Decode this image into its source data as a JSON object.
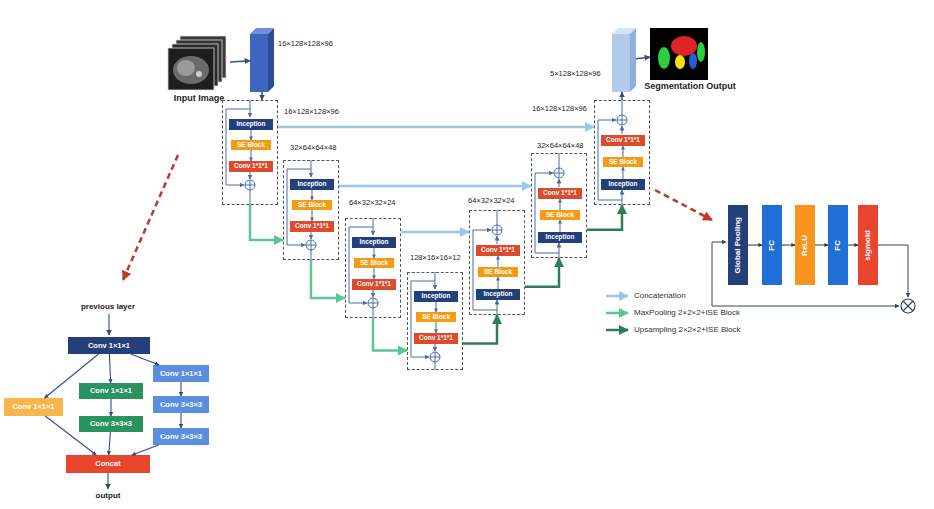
{
  "diagram": {
    "nodes": [
      {
        "text": [
          "Input Image"
        ]
      },
      {
        "text": [
          "16×128×128×96"
        ]
      },
      {
        "text": [
          "5×128×128×96"
        ]
      },
      {
        "text": [
          "Segmentation Output"
        ]
      },
      {
        "text": [
          "16×128×128×96"
        ]
      },
      {
        "text": [
          "Inception"
        ],
        "in": 4
      },
      {
        "text": [
          "SE Block"
        ],
        "in": 4
      },
      {
        "text": [
          "Conv 1*1*1"
        ],
        "in": 4
      },
      {
        "text": [
          "16×128×128×96"
        ]
      },
      {
        "text": [
          "Conv 1*1*1"
        ],
        "in": 8
      },
      {
        "text": [
          "SE Block"
        ],
        "in": 8
      },
      {
        "text": [
          "Inception"
        ],
        "in": 8
      },
      {
        "text": [
          "32×64×64×48"
        ]
      },
      {
        "text": [
          "Inception"
        ],
        "in": 12
      },
      {
        "text": [
          "SE Block"
        ],
        "in": 12
      },
      {
        "text": [
          "Conv 1*1*1"
        ],
        "in": 12
      },
      {
        "text": [
          "32×64×64×48"
        ]
      },
      {
        "text": [
          "Conv 1*1*1"
        ],
        "in": 16
      },
      {
        "text": [
          "SE Block"
        ],
        "in": 16
      },
      {
        "text": [
          "Inception"
        ],
        "in": 16
      },
      {
        "text": [
          "64×32×32×24"
        ]
      },
      {
        "text": [
          "Inception"
        ],
        "in": 20
      },
      {
        "text": [
          "SE Block"
        ],
        "in": 20
      },
      {
        "text": [
          "Conv 1*1*1"
        ],
        "in": 20
      },
      {
        "text": [
          "64×32×32×24"
        ]
      },
      {
        "text": [
          "Conv 1*1*1"
        ],
        "in": 24
      },
      {
        "text": [
          "SE Block"
        ],
        "in": 24
      },
      {
        "text": [
          "Inception"
        ],
        "in": 24
      },
      {
        "text": [
          "128×16×16×12"
        ]
      },
      {
        "text": [
          "Inception"
        ],
        "in": 28
      },
      {
        "text": [
          "SE Block"
        ],
        "in": 28
      },
      {
        "text": [
          "Conv 1*1*1"
        ],
        "in": 28
      },
      {
        "text": [
          "Global Pooling"
        ]
      },
      {
        "text": [
          "FC"
        ]
      },
      {
        "text": [
          "ReLU"
        ]
      },
      {
        "text": [
          "FC"
        ]
      },
      {
        "text": [
          "sigmoid"
        ]
      },
      {
        "text": [
          "Conv 1×1×1"
        ]
      },
      {
        "text": [
          "Conv 1×1×1"
        ]
      },
      {
        "text": [
          "Conv 1×1×1"
        ]
      },
      {
        "text": [
          "Conv 1×1×1"
        ]
      },
      {
        "text": [
          "Conv 3×3×3"
        ]
      },
      {
        "text": [
          "Conv 3×3×3"
        ]
      },
      {
        "text": [
          "Conv 3×3×3"
        ]
      },
      {
        "text": [
          "Concat"
        ]
      }
    ],
    "edges": [
      {
        "from": 0,
        "to": 1,
        "arrow": "to"
      },
      {
        "from": 1,
        "to": 4,
        "arrow": "to"
      },
      {
        "from": 8,
        "to": 2,
        "arrow": "to"
      },
      {
        "from": 2,
        "to": 3,
        "arrow": "to"
      },
      {
        "from": 5,
        "to": 6,
        "arrow": "to"
      },
      {
        "from": 6,
        "to": 7,
        "arrow": "to"
      },
      {
        "from": 13,
        "to": 14,
        "arrow": "to"
      },
      {
        "from": 14,
        "to": 15,
        "arrow": "to"
      },
      {
        "from": 21,
        "to": 22,
        "arrow": "to"
      },
      {
        "from": 22,
        "to": 23,
        "arrow": "to"
      },
      {
        "from": 29,
        "to": 30,
        "arrow": "to"
      },
      {
        "from": 30,
        "to": 31,
        "arrow": "to"
      },
      {
        "from": 27,
        "to": 26,
        "arrow": "to"
      },
      {
        "from": 26,
        "to": 25,
        "arrow": "to"
      },
      {
        "from": 19,
        "to": 18,
        "arrow": "to"
      },
      {
        "from": 18,
        "to": 17,
        "arrow": "to"
      },
      {
        "from": 11,
        "to": 10,
        "arrow": "to"
      },
      {
        "from": 10,
        "to": 9,
        "arrow": "to"
      },
      {
        "from": 4,
        "to": 12,
        "arrow": "to"
      },
      {
        "from": 12,
        "to": 20,
        "arrow": "to"
      },
      {
        "from": 20,
        "to": 28,
        "arrow": "to"
      },
      {
        "from": 28,
        "to": 24,
        "arrow": "to"
      },
      {
        "from": 24,
        "to": 16,
        "arrow": "to"
      },
      {
        "from": 16,
        "to": 8,
        "arrow": "to"
      },
      {
        "from": 4,
        "to": 8,
        "arrow": "to"
      },
      {
        "from": 12,
        "to": 16,
        "arrow": "to"
      },
      {
        "from": 20,
        "to": 24,
        "arrow": "to"
      },
      {
        "from": 32,
        "to": 33,
        "arrow": "to"
      },
      {
        "from": 33,
        "to": 34,
        "arrow": "to"
      },
      {
        "from": 34,
        "to": 35,
        "arrow": "to"
      },
      {
        "from": 35,
        "to": 36,
        "arrow": "to"
      },
      {
        "from": 37,
        "to": 38,
        "arrow": "to"
      },
      {
        "from": 37,
        "to": 39,
        "arrow": "to"
      },
      {
        "from": 37,
        "to": 40,
        "arrow": "to"
      },
      {
        "from": 39,
        "to": 41,
        "arrow": "to"
      },
      {
        "from": 40,
        "to": 42,
        "arrow": "to"
      },
      {
        "from": 42,
        "to": 43,
        "arrow": "to"
      },
      {
        "from": 38,
        "to": 44,
        "arrow": "to"
      },
      {
        "from": 41,
        "to": 44,
        "arrow": "to"
      },
      {
        "from": 43,
        "to": 44,
        "arrow": "to"
      }
    ],
    "labels": [
      "previous layer",
      "output"
    ],
    "legend": [
      {
        "text": "Concatenation"
      },
      {
        "text": "MaxPooling 2×2×2+ISE Block"
      },
      {
        "text": "Upsampling 2×2×2+ISE Block"
      }
    ]
  }
}
